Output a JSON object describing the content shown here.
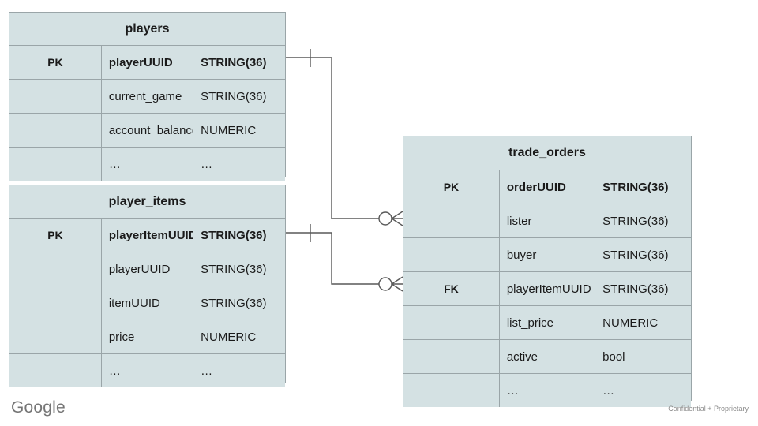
{
  "diagram": {
    "type": "entity-relationship-diagram",
    "notation": "crow's-foot",
    "palette": {
      "entity_fill": "#d4e1e3",
      "entity_border": "#9aa5a8",
      "connector": "#595959",
      "text": "#1a1a1a",
      "footer_text": "#757575"
    },
    "entities": [
      {
        "name": "players",
        "columns": [
          {
            "key": "PK",
            "name": "playerUUID",
            "type": "STRING(36)",
            "bold": true
          },
          {
            "key": "",
            "name": "current_game",
            "type": "STRING(36)",
            "bold": false
          },
          {
            "key": "",
            "name": "account_balance",
            "type": "NUMERIC",
            "bold": false
          },
          {
            "key": "",
            "name": "…",
            "type": "…",
            "bold": false
          }
        ]
      },
      {
        "name": "player_items",
        "columns": [
          {
            "key": "PK",
            "name": "playerItemUUID",
            "type": "STRING(36)",
            "bold": true
          },
          {
            "key": "",
            "name": "playerUUID",
            "type": "STRING(36)",
            "bold": false
          },
          {
            "key": "",
            "name": "itemUUID",
            "type": "STRING(36)",
            "bold": false
          },
          {
            "key": "",
            "name": "price",
            "type": "NUMERIC",
            "bold": false
          },
          {
            "key": "",
            "name": "…",
            "type": "…",
            "bold": false
          }
        ]
      },
      {
        "name": "trade_orders",
        "columns": [
          {
            "key": "PK",
            "name": "orderUUID",
            "type": "STRING(36)",
            "bold": true
          },
          {
            "key": "",
            "name": "lister",
            "type": "STRING(36)",
            "bold": false
          },
          {
            "key": "",
            "name": "buyer",
            "type": "STRING(36)",
            "bold": false
          },
          {
            "key": "FK",
            "name": "playerItemUUID",
            "type": "STRING(36)",
            "bold": false
          },
          {
            "key": "",
            "name": "list_price",
            "type": "NUMERIC",
            "bold": false
          },
          {
            "key": "",
            "name": "active",
            "type": "bool",
            "bold": false
          },
          {
            "key": "",
            "name": "…",
            "type": "…",
            "bold": false
          }
        ]
      }
    ],
    "relationships": [
      {
        "from_entity": "players",
        "from_column": "playerUUID",
        "from_cardinality": "one",
        "to_entity": "trade_orders",
        "to_column": "lister",
        "to_cardinality": "zero-or-many"
      },
      {
        "from_entity": "player_items",
        "from_column": "playerItemUUID",
        "from_cardinality": "one",
        "to_entity": "trade_orders",
        "to_column": "playerItemUUID",
        "to_cardinality": "zero-or-many"
      }
    ]
  },
  "footer": {
    "logo_text": "Google",
    "confidential_text": "Confidential + Proprietary"
  }
}
